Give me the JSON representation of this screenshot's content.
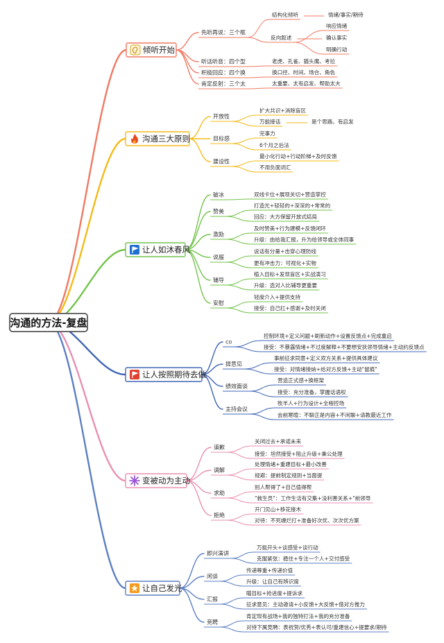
{
  "root": {
    "label": "沟通的方法-复盘"
  },
  "sections": [
    {
      "label": "倾听开始",
      "icon": "ear-icon",
      "color": "#f07862",
      "subs": [
        {
          "label": "先听再说：三个框",
          "children": [
            {
              "label": "结构化倾听",
              "children": [
                {
                  "label": "情绪/事实/期待"
                }
              ]
            },
            {
              "label": "反向叙述",
              "children": [
                {
                  "label": "响应情绪"
                },
                {
                  "label": "确认事实"
                },
                {
                  "label": "明确行动"
                }
              ]
            }
          ]
        },
        {
          "label": "听话听音：四个型",
          "children": [
            {
              "label": "老虎、孔雀、猫头鹰、考拉"
            }
          ]
        },
        {
          "label": "积极回应：四个换",
          "children": [
            {
              "label": "换口径、时间、场合、角色"
            }
          ]
        },
        {
          "label": "肯定反射：三个太",
          "children": [
            {
              "label": "太重要、太有启发、帮助太大"
            }
          ]
        }
      ]
    },
    {
      "label": "沟通三大原则",
      "icon": "fire-icon",
      "color": "#f5b916",
      "subs": [
        {
          "label": "开放性",
          "children": [
            {
              "label": "扩大共识+消除盲区"
            },
            {
              "label": "万能接话",
              "children": [
                {
                  "label": "是个思路、有启发"
                }
              ]
            }
          ]
        },
        {
          "label": "目标感",
          "children": [
            {
              "label": "完事力"
            },
            {
              "label": "6个月之后法"
            }
          ]
        },
        {
          "label": "建设性",
          "children": [
            {
              "label": "最小化行动+行动阶梯+及时反馈"
            },
            {
              "label": "不用负面词汇"
            }
          ]
        }
      ]
    },
    {
      "label": "让人如沐春风",
      "icon": "flag-blue-icon",
      "color": "#71c34a",
      "subs": [
        {
          "label": "破冰",
          "children": [
            {
              "label": "双线卡位+展现关切+营造掌控"
            }
          ]
        },
        {
          "label": "赞美",
          "children": [
            {
              "label": "打造光+轻轻的+深深的+常常的"
            },
            {
              "label": "回应：大方保留开放式结局"
            }
          ]
        },
        {
          "label": "激励",
          "children": [
            {
              "label": "及时赞美+行为建模+反馈闭环"
            },
            {
              "label": "升级：由给我汇报，升为给领导或全体同事"
            }
          ]
        },
        {
          "label": "说服",
          "children": [
            {
              "label": "说话有分量+击穿心理防线"
            },
            {
              "label": "更有冲击力：可视化+实物"
            }
          ]
        },
        {
          "label": "辅导",
          "children": [
            {
              "label": "植入目标+发现盲区+实战演习"
            },
            {
              "label": "升级：选对人比辅导更重要"
            }
          ]
        },
        {
          "label": "安慰",
          "children": [
            {
              "label": "轻度介入+提供支持"
            },
            {
              "label": "接受：自己扛+感谢+及时关闭"
            }
          ]
        }
      ]
    },
    {
      "label": "让人按照期待去做",
      "icon": "flag-red-icon",
      "color": "#3f64b4",
      "subs": [
        {
          "label": "co",
          "children": [
            {
              "label": "控制环境+定义问题+刷新动作+设置反馈点+完成重启"
            },
            {
              "label": "接受：不暴露情绪+不过度解释+不要想安抚领导情绪+主动约反馈点"
            }
          ]
        },
        {
          "label": "提意见",
          "children": [
            {
              "label": "事前征求同意+定义双方关系+提供具体建议"
            },
            {
              "label": "接受：对情绪接纳+给对方反馈+主动\"留痕\""
            }
          ]
        },
        {
          "label": "绩效面谈",
          "children": [
            {
              "label": "营造正式感+换框架"
            },
            {
              "label": "接受：充分准备，掌握话语权"
            }
          ]
        },
        {
          "label": "主持会议",
          "children": [
            {
              "label": "牧羊人+行为设计+全程控场"
            },
            {
              "label": "会前寒暄：不聊正是内容+不闲聊+请教最近工作"
            }
          ]
        }
      ]
    },
    {
      "label": "变被动为主动",
      "icon": "star-cross-icon",
      "color": "#e98fb0",
      "subs": [
        {
          "label": "道歉",
          "children": [
            {
              "label": "关闭过去+承诺未来"
            },
            {
              "label": "接受：坦然接受+阻止升级+秉公处理"
            }
          ]
        },
        {
          "label": "调解",
          "children": [
            {
              "label": "处理情绪+重建目标+最小改善"
            },
            {
              "label": "规避：提前制定规则+当面提"
            }
          ]
        },
        {
          "label": "求助",
          "children": [
            {
              "label": "别人帮得了+自己值得帮"
            },
            {
              "label": "\"救生员\"：工作生活有交集+没利害关系+\"前领导"
            }
          ]
        },
        {
          "label": "拒绝",
          "children": [
            {
              "label": "开门见山+移花接木"
            },
            {
              "label": "对待：不死缠烂打+准备好次优、次次优方案"
            }
          ]
        }
      ]
    },
    {
      "label": "让自己发光",
      "icon": "star-icon",
      "color": "#5b7fc2",
      "subs": [
        {
          "label": "即兴演讲",
          "children": [
            {
              "label": "万能开头+谈感受+谈行动"
            },
            {
              "label": "克服紧张：稳住+专注一个人+交付感受"
            }
          ]
        },
        {
          "label": "闲谈",
          "children": [
            {
              "label": "传递尊重+传递价值"
            },
            {
              "label": "升级：让自己有辨识度"
            }
          ]
        },
        {
          "label": "汇报",
          "children": [
            {
              "label": "瞄目标+抢进度+提诉求"
            },
            {
              "label": "征求意见：主动邀请+小反馈+大反馈+借对方推力"
            }
          ]
        },
        {
          "label": "竞聘",
          "children": [
            {
              "label": "肯定现有战场+我的独特打法+我的充分准备"
            },
            {
              "label": "对待下属竞聘：表祝贺/优秀+表认可/重建信心+提要求/期待"
            }
          ]
        }
      ]
    }
  ]
}
